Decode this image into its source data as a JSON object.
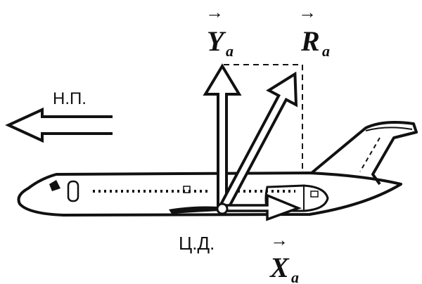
{
  "diagram": {
    "flow_label": "Н.П.",
    "center_label": "Ц.Д.",
    "vectors": {
      "lift": {
        "symbol": "Y",
        "subscript": "a",
        "arrow": "→"
      },
      "resultant": {
        "symbol": "R",
        "subscript": "a",
        "arrow": "→"
      },
      "drag": {
        "symbol": "X",
        "subscript": "a",
        "arrow": "→"
      }
    }
  }
}
